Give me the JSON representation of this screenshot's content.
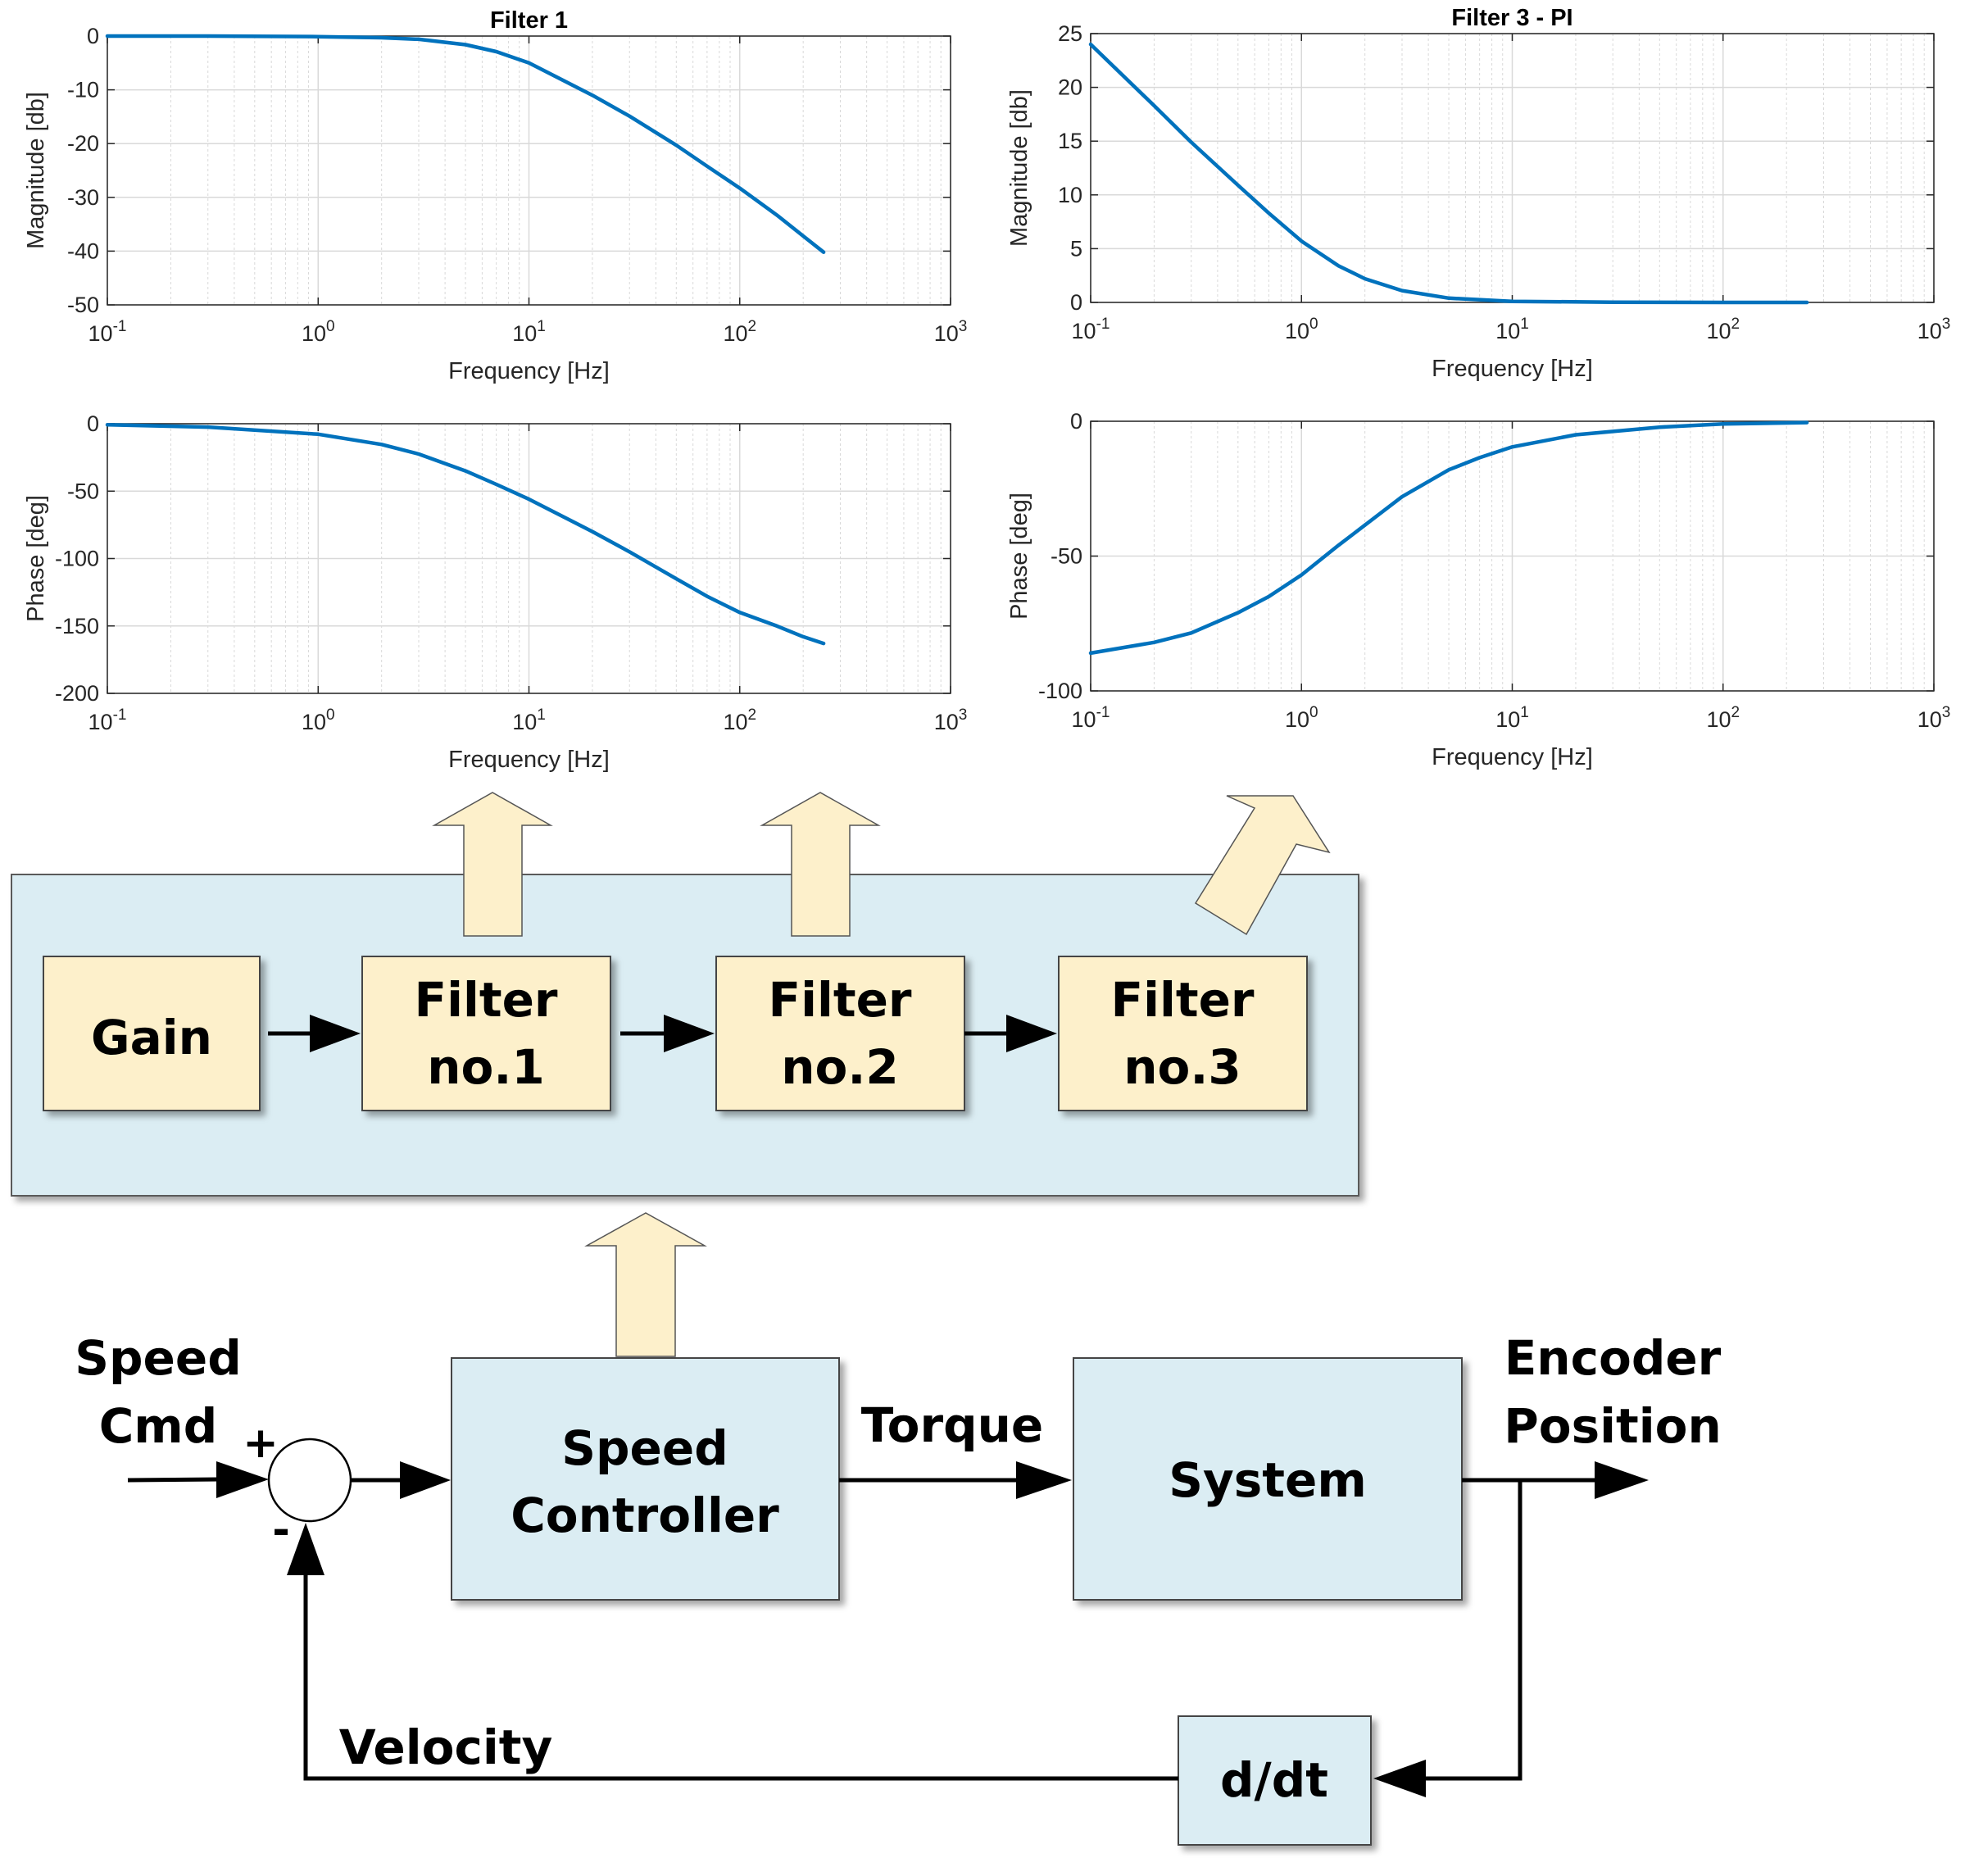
{
  "colors": {
    "curve": "#0072BD",
    "grid": "#d9d9d9",
    "block_fill": "#dbedf3",
    "filter_fill": "#fdf0cb",
    "arrow_fill": "#fdf0cb"
  },
  "chart_data": [
    {
      "type": "line",
      "title": "Filter 1",
      "xlabel": "Frequency [Hz]",
      "ylabel": "Magnitude [db]",
      "xscale": "log",
      "xlim": [
        0.1,
        1000
      ],
      "ylim": [
        -50,
        0
      ],
      "grid": true,
      "x_ticks": [
        "10-1",
        "100",
        "101",
        "102",
        "103"
      ],
      "y_ticks": [
        "0",
        "-10",
        "-20",
        "-30",
        "-40",
        "-50"
      ],
      "x": [
        0.1,
        0.3,
        1,
        2,
        3,
        5,
        7,
        10,
        20,
        30,
        50,
        70,
        100,
        150,
        200,
        250
      ],
      "y": [
        0,
        0,
        -0.1,
        -0.3,
        -0.6,
        -1.6,
        -2.9,
        -5.0,
        -11.0,
        -14.9,
        -20.3,
        -24.2,
        -28.3,
        -33.3,
        -37.2,
        -40.2
      ]
    },
    {
      "type": "line",
      "title": "",
      "xlabel": "Frequency [Hz]",
      "ylabel": "Phase [deg]",
      "xscale": "log",
      "xlim": [
        0.1,
        1000
      ],
      "ylim": [
        -200,
        0
      ],
      "grid": true,
      "x_ticks": [
        "10-1",
        "100",
        "101",
        "102",
        "103"
      ],
      "y_ticks": [
        "0",
        "-50",
        "-100",
        "-150",
        "-200"
      ],
      "x": [
        0.1,
        0.3,
        1,
        2,
        3,
        5,
        7,
        10,
        20,
        30,
        50,
        70,
        100,
        150,
        200,
        250
      ],
      "y": [
        -0.8,
        -2.5,
        -7.8,
        -15.4,
        -22.5,
        -35,
        -45,
        -56,
        -80,
        -95,
        -115,
        -128,
        -140,
        -150,
        -158,
        -163
      ]
    },
    {
      "type": "line",
      "title": "Filter 3 - PI",
      "xlabel": "Frequency [Hz]",
      "ylabel": "Magnitude [db]",
      "xscale": "log",
      "xlim": [
        0.1,
        1000
      ],
      "ylim": [
        0,
        25
      ],
      "grid": true,
      "x_ticks": [
        "10-1",
        "100",
        "101",
        "102",
        "103"
      ],
      "y_ticks": [
        "0",
        "5",
        "10",
        "15",
        "20",
        "25"
      ],
      "x": [
        0.1,
        0.2,
        0.3,
        0.5,
        0.7,
        1,
        1.5,
        2,
        3,
        5,
        10,
        30,
        100,
        250
      ],
      "y": [
        24,
        18.3,
        14.9,
        10.9,
        8.3,
        5.7,
        3.4,
        2.2,
        1.1,
        0.4,
        0.1,
        0.02,
        0,
        0
      ]
    },
    {
      "type": "line",
      "title": "",
      "xlabel": "Frequency [Hz]",
      "ylabel": "Phase [deg]",
      "xscale": "log",
      "xlim": [
        0.1,
        1000
      ],
      "ylim": [
        -100,
        0
      ],
      "grid": true,
      "x_ticks": [
        "10-1",
        "100",
        "101",
        "102",
        "103"
      ],
      "y_ticks": [
        "0",
        "-50",
        "-100"
      ],
      "x": [
        0.1,
        0.2,
        0.3,
        0.5,
        0.7,
        1,
        1.5,
        2,
        3,
        5,
        7,
        10,
        20,
        50,
        100,
        250
      ],
      "y": [
        -86,
        -82,
        -78.5,
        -71,
        -65,
        -57,
        -46,
        -38.5,
        -28,
        -18,
        -13.5,
        -9.5,
        -5,
        -2.2,
        -1,
        -0.5
      ]
    }
  ],
  "diagram": {
    "filter_chain": {
      "gain": "Gain",
      "filter1": [
        "Filter",
        "no.1"
      ],
      "filter2": [
        "Filter",
        "no.2"
      ],
      "filter3": [
        "Filter",
        "no.3"
      ]
    },
    "loop": {
      "speed_cmd": [
        "Speed",
        "Cmd"
      ],
      "plus": "+",
      "minus": "-",
      "speed_controller": [
        "Speed",
        "Controller"
      ],
      "torque": "Torque",
      "system": "System",
      "encoder_position": [
        "Encoder",
        "Position"
      ],
      "velocity": "Velocity",
      "derivative": "d/dt"
    }
  }
}
